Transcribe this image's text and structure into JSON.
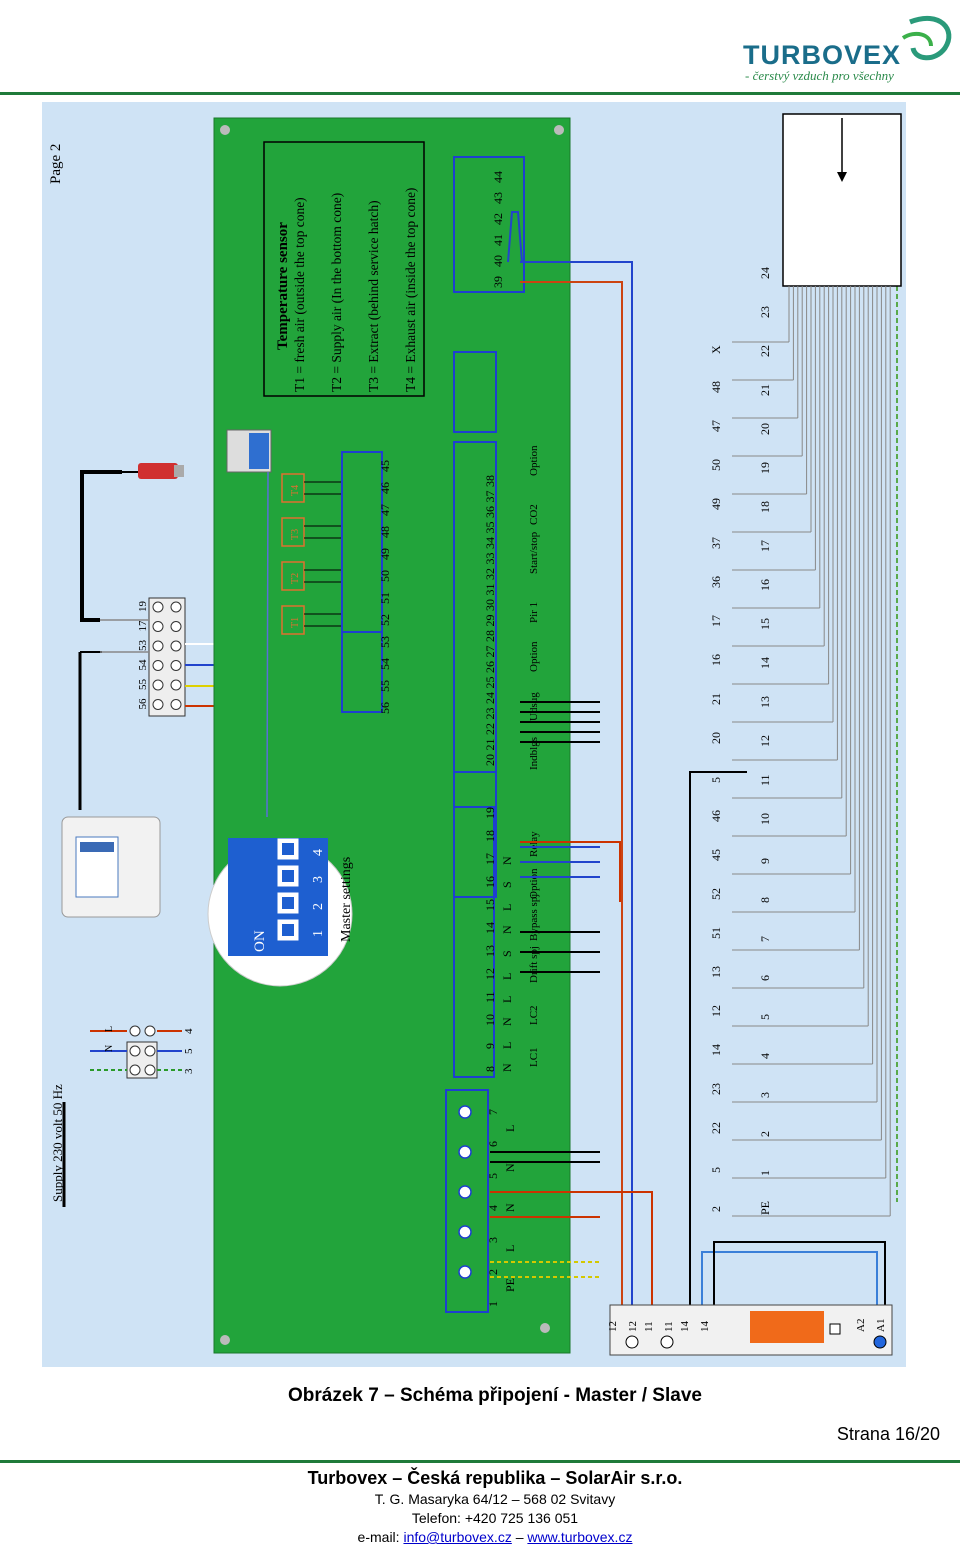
{
  "header": {
    "brand": "TURBOVEX",
    "tagline": "- čerstvý vzduch pro všechny"
  },
  "diagram": {
    "page_label": "Page 2",
    "supply_label": "Supply 230 volt 50 Hz",
    "temp_sensor": {
      "title": "Temperature sensor",
      "lines": [
        "T1 = fresh air (outside the top cone)",
        "T2 = Supply air (In the bottom cone)",
        "T3 = Extract (behind service hatch)",
        "T4 = Exhaust air (inside the top cone)"
      ]
    },
    "sensor_tags": [
      "T1",
      "T2",
      "T3",
      "T4"
    ],
    "master_settings": {
      "title": "Master settings",
      "on_label": "ON",
      "switch_numbers": [
        "1",
        "2",
        "3",
        "4"
      ]
    },
    "left_block_numbers": [
      "19",
      "17",
      "53",
      "54",
      "55",
      "56"
    ],
    "mains_labels": [
      "L",
      "N"
    ],
    "mains_numbers": [
      "4",
      "5",
      "3"
    ],
    "terminal_numbers_top_row": [
      "56",
      "55",
      "54",
      "53",
      "52",
      "51",
      "50",
      "49",
      "48",
      "47",
      "46",
      "45"
    ],
    "terminal_numbers_mid_row": [
      "20",
      "21",
      "22",
      "23",
      "24",
      "25",
      "26",
      "27",
      "28",
      "29",
      "30",
      "31",
      "32",
      "33",
      "34",
      "35",
      "36",
      "37",
      "38"
    ],
    "terminal_numbers_right_row": [
      "39",
      "40",
      "41",
      "42",
      "43",
      "44"
    ],
    "terminal_numbers_low_row": [
      "8",
      "9",
      "10",
      "11",
      "12",
      "13",
      "14",
      "15",
      "16",
      "17",
      "18",
      "19"
    ],
    "terminal_letters_low_row": [
      "N",
      "L",
      "N",
      "L",
      "L",
      "S",
      "N",
      "L",
      "S",
      "N"
    ],
    "terminal_numbers_power": [
      "1",
      "2",
      "3",
      "4",
      "5",
      "6",
      "7"
    ],
    "terminal_letters_power": [
      "PE",
      "L",
      "N",
      "N",
      "L"
    ],
    "group_labels_mid": [
      "Indblgs",
      "Udsug",
      "Option",
      "Pir 1",
      "Start/stop",
      "CO2",
      "Option"
    ],
    "group_labels_low": [
      "LC1",
      "LC2",
      "Drift spj",
      "Bypass spj",
      "Option",
      "Relay"
    ],
    "right_pin_numbers": [
      "PE",
      "1",
      "2",
      "3",
      "4",
      "5",
      "6",
      "7",
      "8",
      "9",
      "10",
      "11",
      "12",
      "13",
      "14",
      "15",
      "16",
      "17",
      "18",
      "19",
      "20",
      "21",
      "22",
      "23",
      "24"
    ],
    "right_cable_numbers": [
      "2",
      "5",
      "22",
      "23",
      "14",
      "12",
      "13",
      "51",
      "52",
      "45",
      "46",
      "5",
      "20",
      "21",
      "16",
      "17",
      "36",
      "37",
      "49",
      "50",
      "47",
      "48",
      "X"
    ],
    "relay_labels": [
      "12",
      "12",
      "11",
      "11",
      "14",
      "14",
      "A2",
      "A1"
    ]
  },
  "caption": "Obrázek 7 – Schéma připojení - Master / Slave",
  "page_number": "Strana 16/20",
  "footer": {
    "company": "Turbovex – Česká republika – SolarAir s.r.o.",
    "address": "T. G. Masaryka 64/12 – 568 02 Svitavy",
    "phone": "Telefon: +420 725 136 051",
    "email_label": "e-mail: ",
    "email": "info@turbovex.cz",
    "dash": " – ",
    "web": "www.turbovex.cz"
  },
  "colors": {
    "board_green": "#22a43b",
    "diagram_bg": "#cfe3f5",
    "rule_green": "#1f7a3a",
    "brand_blue": "#1a6d8a"
  }
}
